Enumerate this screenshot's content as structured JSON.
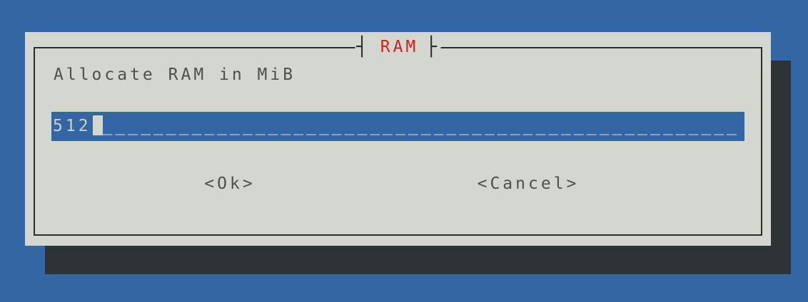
{
  "dialog": {
    "title": "RAM",
    "title_left_bracket": "┤",
    "title_right_bracket": "├",
    "prompt": "Allocate RAM in MiB",
    "input": {
      "value": "512",
      "fill": "__________________________________________________"
    },
    "buttons": {
      "ok": "<Ok>",
      "cancel": "<Cancel>"
    }
  },
  "colors": {
    "background": "#3566a4",
    "dialog_background": "#d3d7cf",
    "shadow": "#2e3436",
    "title_text": "#cc2222",
    "body_text": "#4e5049",
    "input_background": "#3465a4",
    "input_text": "#ccd1c6",
    "border": "#2b2d2a"
  }
}
